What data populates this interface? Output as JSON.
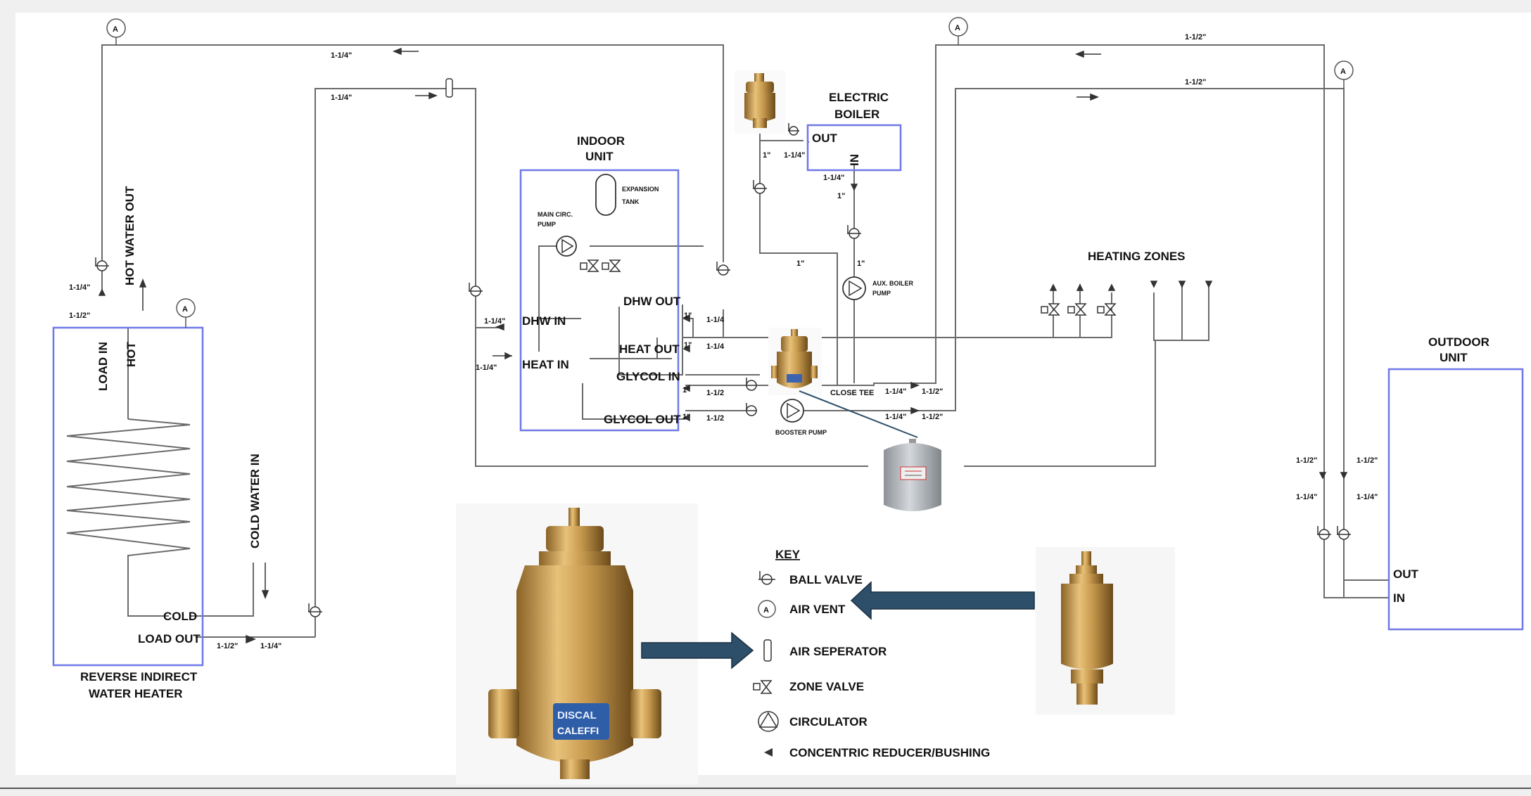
{
  "colors": {
    "background": "#ffffff",
    "page": "#f0f0f0",
    "pipe": "#6b6b6b",
    "box_border": "#6f78e6",
    "arrow_fill": "#2d4f6a",
    "brass": "#c79a4e",
    "tank_gray": "#b7bcc1"
  },
  "labels": {
    "hot_water_out": "HOT WATER OUT",
    "load_in": "LOAD IN",
    "hot": "HOT",
    "cold_water_in": "COLD WATER IN",
    "cold": "COLD",
    "load_out": "LOAD OUT",
    "water_heater_line1": "REVERSE INDIRECT",
    "water_heater_line2": "WATER HEATER",
    "indoor_unit_line1": "INDOOR",
    "indoor_unit_line2": "UNIT",
    "expansion_tank_line1": "EXPANSION",
    "expansion_tank_line2": "TANK",
    "main_circ_pump_line1": "MAIN CIRC.",
    "main_circ_pump_line2": "PUMP",
    "dhw_out": "DHW OUT",
    "dhw_in": "DHW IN",
    "heat_out": "HEAT OUT",
    "heat_in": "HEAT IN",
    "glycol_in": "GLYCOL IN",
    "glycol_out": "GLYCOL OUT",
    "electric_boiler_line1": "ELECTRIC",
    "electric_boiler_line2": "BOILER",
    "boiler_out": "OUT",
    "boiler_in": "IN",
    "aux_boiler_pump_line1": "AUX. BOILER",
    "aux_boiler_pump_line2": "PUMP",
    "closed_tee": "CLOSE TEE",
    "booster_pump": "BOOSTER PUMP",
    "heating_zones": "HEATING ZONES",
    "outdoor_unit_line1": "OUTDOOR",
    "outdoor_unit_line2": "UNIT",
    "outdoor_out": "OUT",
    "outdoor_in": "IN",
    "air_vent_symbol": "A"
  },
  "pipe_sizes": {
    "one_quarter": "1-1/4\"",
    "one_half": "1-1/2\"",
    "one_inch": "1\"",
    "one_quarter_short": "1-1/4",
    "one_half_short": "1-1/2"
  },
  "key": {
    "title": "KEY",
    "items": [
      {
        "icon": "ball-valve-icon",
        "label": "BALL VALVE"
      },
      {
        "icon": "air-vent-icon",
        "label": "AIR VENT"
      },
      {
        "icon": "air-separator-icon",
        "label": "AIR SEPERATOR"
      },
      {
        "icon": "zone-valve-icon",
        "label": "ZONE VALVE"
      },
      {
        "icon": "circulator-icon",
        "label": "CIRCULATOR"
      },
      {
        "icon": "reducer-icon",
        "label": "CONCENTRIC REDUCER/BUSHING"
      }
    ]
  },
  "photos": {
    "separator_brand_label": "DISCAL",
    "separator_maker_label": "CALEFFI"
  }
}
